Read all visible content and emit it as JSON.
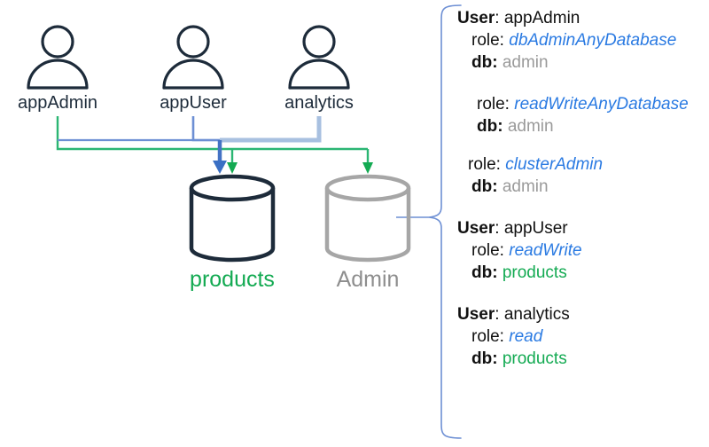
{
  "diagram": {
    "title": "MongoDB users, roles and databases diagram",
    "colors": {
      "dark": "#1d2b3a",
      "green": "#13aa52",
      "blue": "#4472c4",
      "light_blue": "#a8c0e0",
      "gray": "#a6a6a6",
      "role_blue": "#2a7ae2",
      "db_gray_text": "#9a9a9a"
    },
    "users": [
      {
        "id": "appAdmin",
        "label": "appAdmin",
        "icon": "user-icon"
      },
      {
        "id": "appUser",
        "label": "appUser",
        "icon": "user-icon"
      },
      {
        "id": "analytics",
        "label": "analytics",
        "icon": "user-icon"
      }
    ],
    "databases": [
      {
        "id": "products",
        "label": "products",
        "icon": "database-cylinder-icon",
        "color": "green"
      },
      {
        "id": "admin",
        "label": "Admin",
        "icon": "database-cylinder-icon",
        "color": "gray"
      }
    ]
  },
  "roles_panel": {
    "blocks": [
      {
        "user_key": "User",
        "user_name": "appAdmin",
        "role_key": "role:",
        "role_value": "dbAdminAnyDatabase",
        "db_key": "db:",
        "db_value": "admin",
        "db_color": "admin"
      },
      {
        "role_key": "role:",
        "role_value": "readWriteAnyDatabase",
        "db_key": "db:",
        "db_value": "admin",
        "db_color": "admin"
      },
      {
        "role_key": "role:",
        "role_value": "clusterAdmin",
        "db_key": "db:",
        "db_value": "admin",
        "db_color": "admin"
      },
      {
        "user_key": "User",
        "user_name": "appUser",
        "role_key": "role:",
        "role_value": "readWrite",
        "db_key": "db:",
        "db_value": "products",
        "db_color": "products"
      },
      {
        "user_key": "User",
        "user_name": "analytics",
        "role_key": "role:",
        "role_value": "read",
        "db_key": "db:",
        "db_value": "products",
        "db_color": "products"
      }
    ],
    "separators": {
      "colon": ":"
    }
  }
}
